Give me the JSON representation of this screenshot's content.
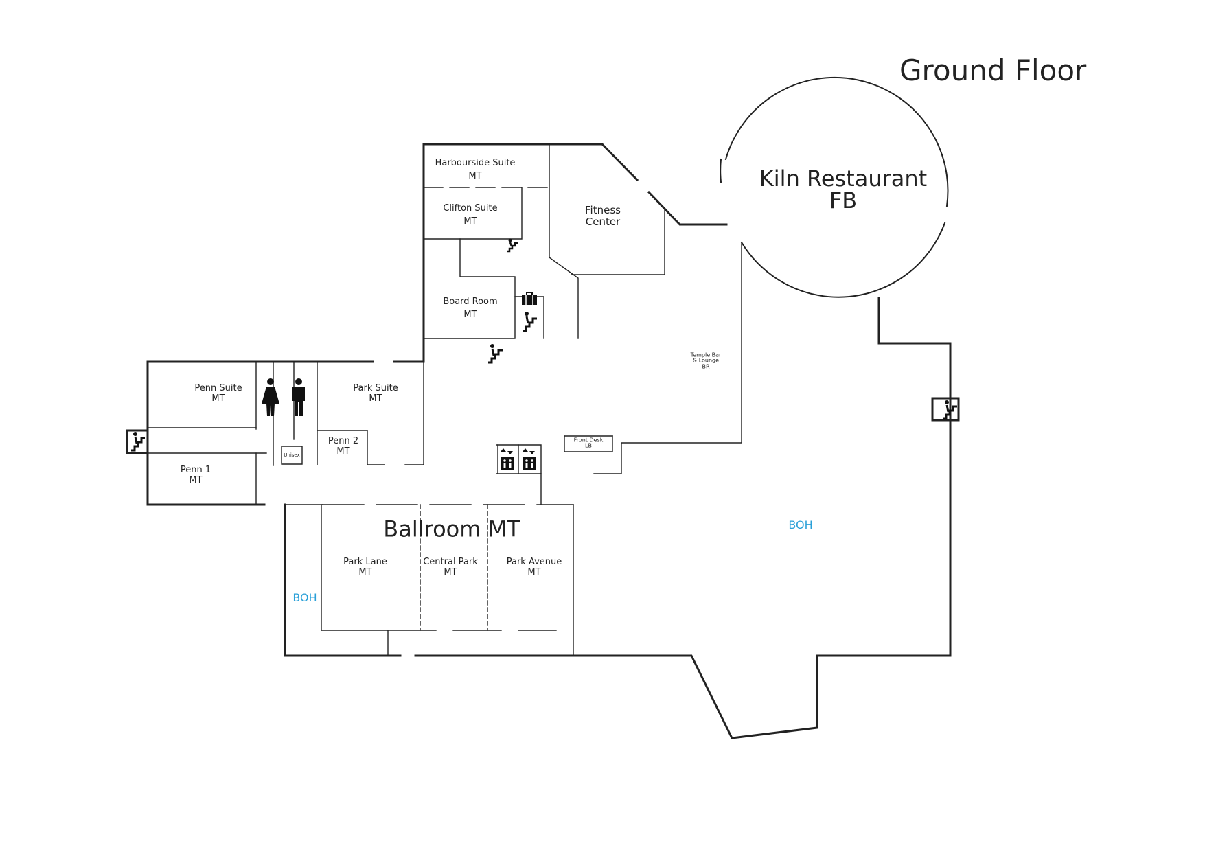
{
  "title": "Ground Floor",
  "colors": {
    "wall": "#222222",
    "boh": "#2aa0d8"
  },
  "rooms": {
    "harbourside": {
      "name": "Harbourside Suite",
      "code": "MT"
    },
    "clifton": {
      "name": "Clifton Suite",
      "code": "MT"
    },
    "fitness": {
      "line1": "Fitness",
      "line2": "Center"
    },
    "kiln": {
      "name": "Kiln Restaurant",
      "code": "FB"
    },
    "board": {
      "name": "Board Room",
      "code": "MT"
    },
    "temple": {
      "line1": "Temple Bar",
      "line2": "& Lounge",
      "code": "BR"
    },
    "penn_suite": {
      "name": "Penn Suite",
      "code": "MT"
    },
    "park_suite": {
      "name": "Park Suite",
      "code": "MT"
    },
    "penn2": {
      "name": "Penn 2",
      "code": "MT"
    },
    "penn1": {
      "name": "Penn 1",
      "code": "MT"
    },
    "unisex": {
      "name": "Unisex"
    },
    "front_desk": {
      "name": "Front Desk",
      "code": "LB"
    },
    "ballroom": {
      "name": "Ballroom MT"
    },
    "park_lane": {
      "name": "Park Lane",
      "code": "MT"
    },
    "central_park": {
      "name": "Central Park",
      "code": "MT"
    },
    "park_avenue": {
      "name": "Park Avenue",
      "code": "MT"
    },
    "boh_right": {
      "name": "BOH"
    },
    "boh_left": {
      "name": "BOH"
    }
  },
  "icons": [
    "stairs-icon",
    "luggage-icon",
    "elevator-icon",
    "female-restroom-icon",
    "male-restroom-icon"
  ]
}
